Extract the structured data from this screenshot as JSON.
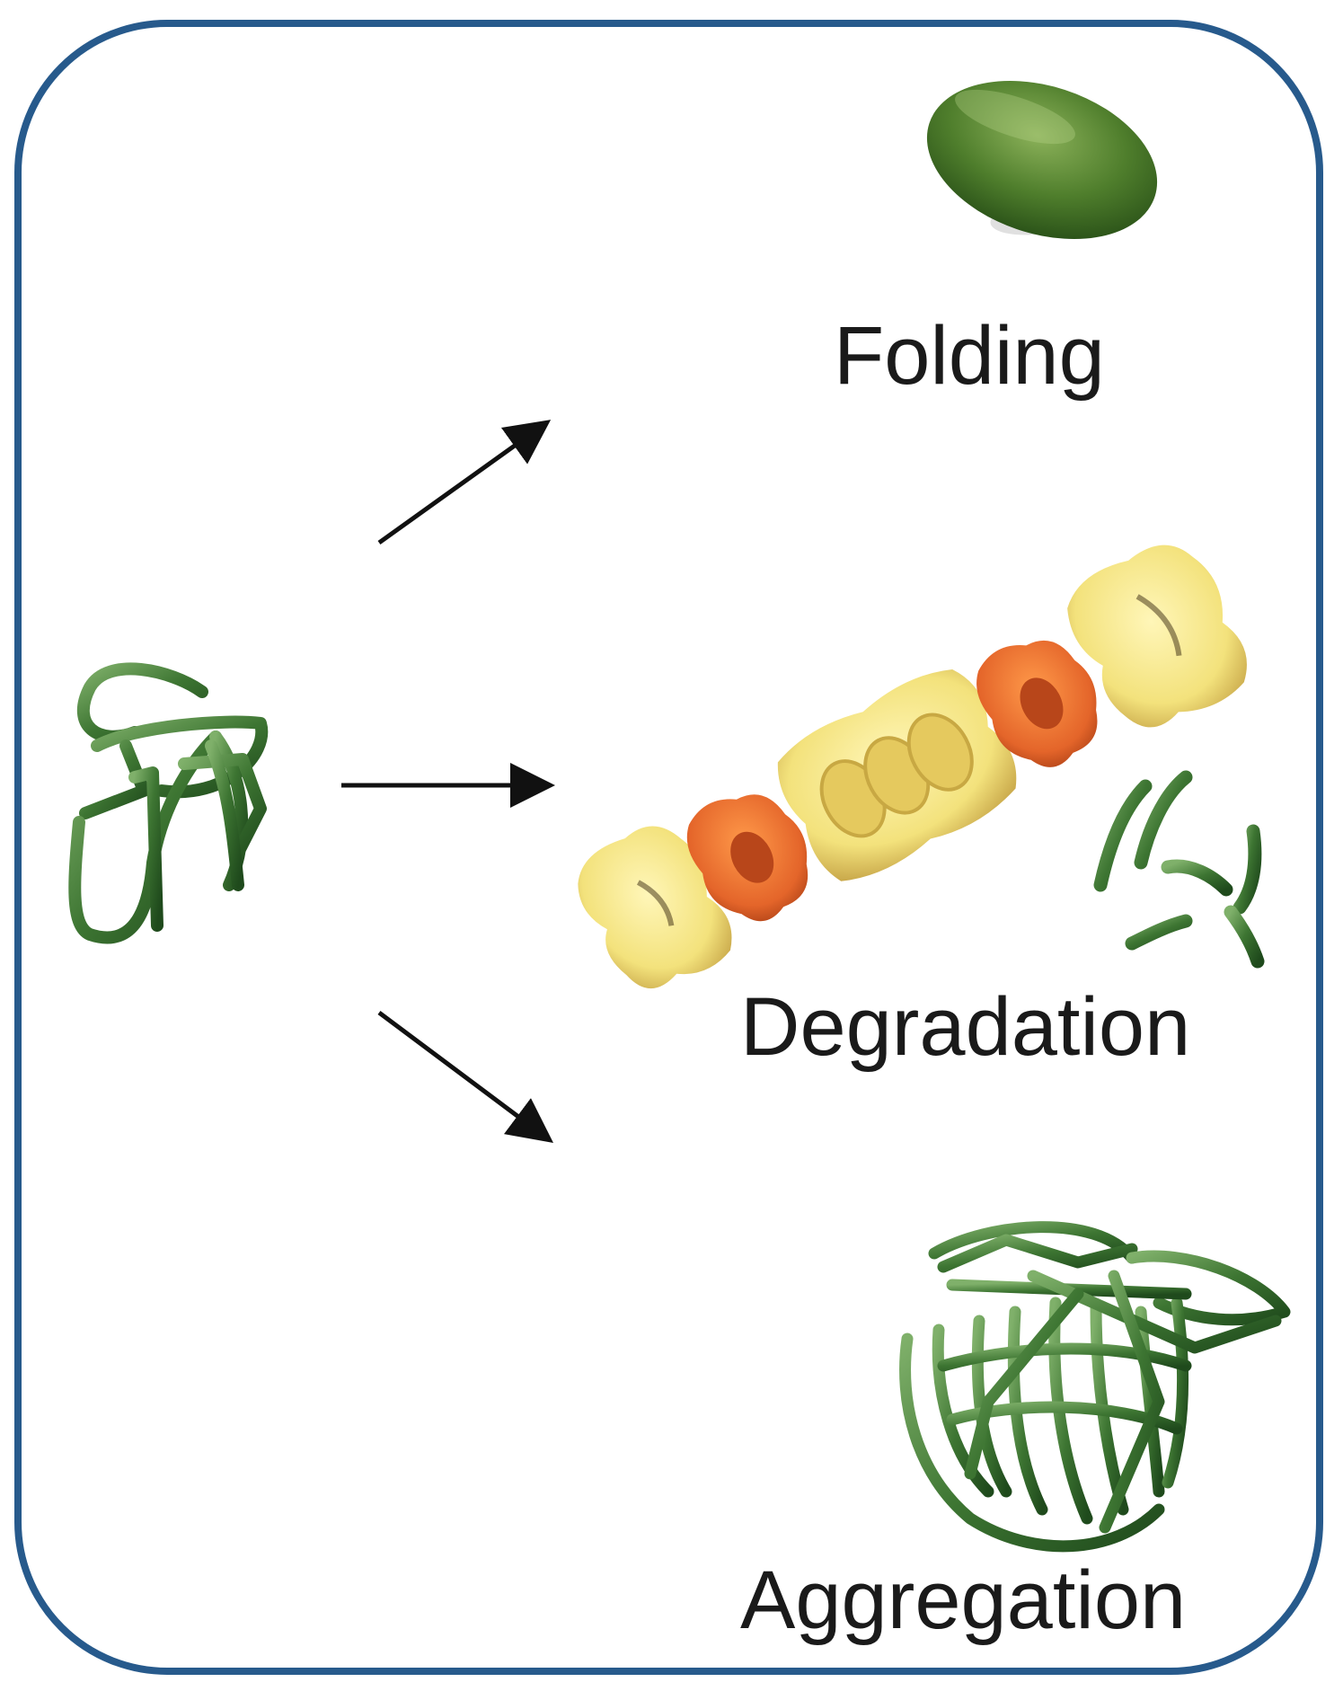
{
  "colors": {
    "frame_border": "#275a8c",
    "protein_green": "#3f7a34",
    "proteasome_core": "#f2e27a",
    "proteasome_cap": "#e4652a",
    "arrow": "#111111"
  },
  "icons": {
    "unfolded_protein": "tangled-chain-icon",
    "folded_protein": "ellipsoid-icon",
    "proteasome": "proteasome-icon",
    "fragments": "peptide-fragments-icon",
    "aggregate": "aggregate-icon"
  },
  "labels": {
    "folding": "Folding",
    "degradation": "Degradation",
    "aggregation": "Aggregation"
  }
}
